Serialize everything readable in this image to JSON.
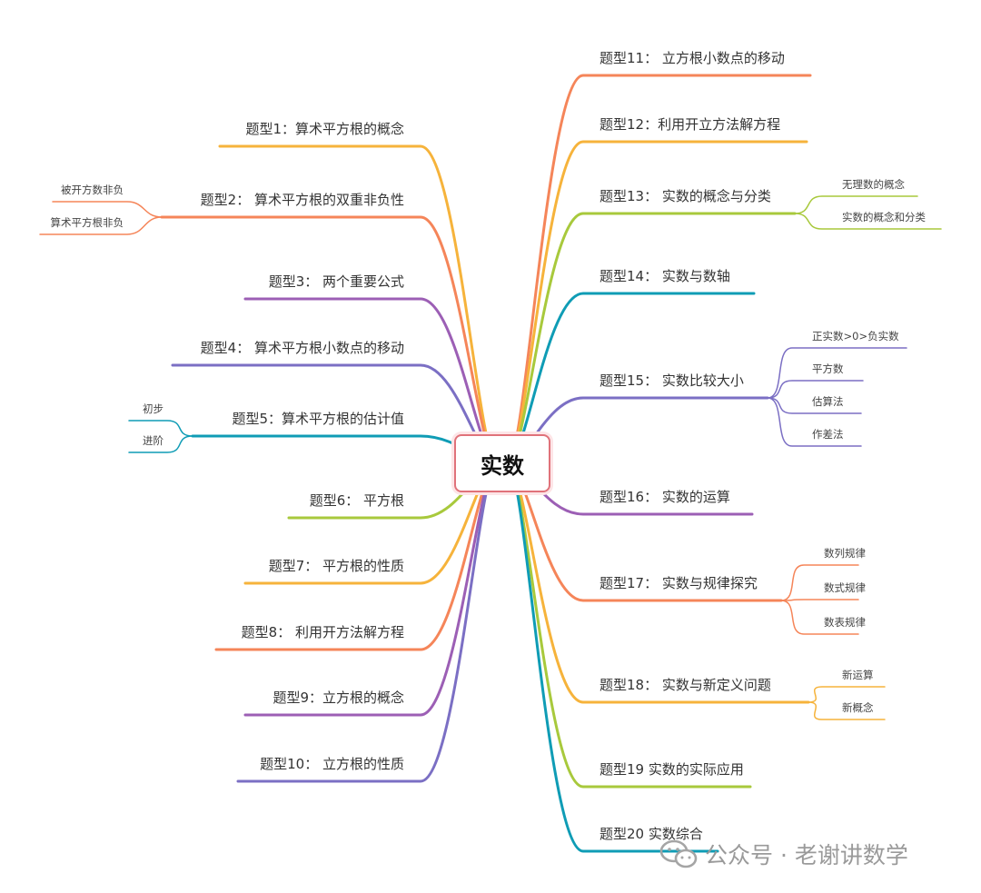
{
  "center": {
    "label": "实数"
  },
  "colors": {
    "orange": "#f58559",
    "amber": "#f6b33b",
    "purple": "#9c5fb5",
    "indigo": "#7b6fc4",
    "teal": "#0f9cb5",
    "lime": "#a8c93c",
    "center_border": "#e0727a"
  },
  "left_branches": [
    {
      "label": "题型1：算术平方根的概念",
      "color": "#f6b33b",
      "children": []
    },
    {
      "label": "题型2：  算术平方根的双重非负性",
      "color": "#f58559",
      "children": [
        "被开方数非负",
        "算术平方根非负"
      ]
    },
    {
      "label": "题型3：  两个重要公式",
      "color": "#9c5fb5",
      "children": []
    },
    {
      "label": "题型4：  算术平方根小数点的移动",
      "color": "#7b6fc4",
      "children": []
    },
    {
      "label": "题型5：算术平方根的估计值",
      "color": "#0f9cb5",
      "children": [
        "初步",
        "进阶"
      ]
    },
    {
      "label": "题型6：  平方根",
      "color": "#a8c93c",
      "children": []
    },
    {
      "label": "题型7：  平方根的性质",
      "color": "#f6b33b",
      "children": []
    },
    {
      "label": "题型8：  利用开方法解方程",
      "color": "#f58559",
      "children": []
    },
    {
      "label": "题型9：立方根的概念",
      "color": "#9c5fb5",
      "children": []
    },
    {
      "label": "题型10：  立方根的性质",
      "color": "#7b6fc4",
      "children": []
    }
  ],
  "right_branches": [
    {
      "label": "题型11：  立方根小数点的移动",
      "color": "#f58559",
      "children": []
    },
    {
      "label": "题型12：利用开立方法解方程",
      "color": "#f6b33b",
      "children": []
    },
    {
      "label": "题型13：  实数的概念与分类",
      "color": "#a8c93c",
      "children": [
        "无理数的概念",
        "实数的概念和分类"
      ]
    },
    {
      "label": "题型14：  实数与数轴",
      "color": "#0f9cb5",
      "children": []
    },
    {
      "label": "题型15：  实数比较大小",
      "color": "#7b6fc4",
      "children": [
        "正实数>0>负实数",
        "平方数",
        "估算法",
        "作差法"
      ]
    },
    {
      "label": "题型16：  实数的运算",
      "color": "#9c5fb5",
      "children": []
    },
    {
      "label": "题型17：  实数与规律探究",
      "color": "#f58559",
      "children": [
        "数列规律",
        "数式规律",
        "数表规律"
      ]
    },
    {
      "label": "题型18：  实数与新定义问题",
      "color": "#f6b33b",
      "children": [
        "新运算",
        "新概念"
      ]
    },
    {
      "label": "题型19 实数的实际应用",
      "color": "#a8c93c",
      "children": []
    },
    {
      "label": "题型20 实数综合",
      "color": "#0f9cb5",
      "children": []
    }
  ],
  "watermark": {
    "text": "公众号 · 老谢讲数学",
    "icon": "wechat-icon"
  }
}
